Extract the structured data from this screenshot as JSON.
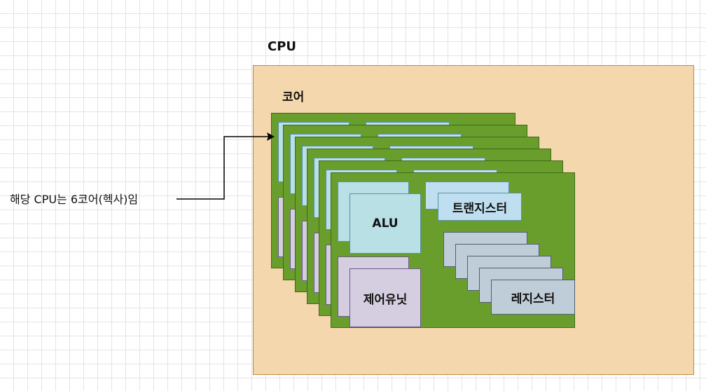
{
  "cpu": {
    "title": "CPU"
  },
  "core": {
    "title": "코어",
    "count": 6
  },
  "components": {
    "alu": "ALU",
    "transistor": "트랜지스터",
    "control_unit": "제어유닛",
    "register": "레지스터",
    "register_stack_count": 5
  },
  "annotation": {
    "text": "해당 CPU는 6코어(헥사)임"
  },
  "colors": {
    "cpu_fill": "#f5d7ad",
    "core_fill": "#6a9e2c",
    "alu_fill": "#b9e0e5",
    "transistor_fill": "#bfdff0",
    "control_fill": "#d5cee1",
    "register_fill": "#bfcdd8"
  }
}
